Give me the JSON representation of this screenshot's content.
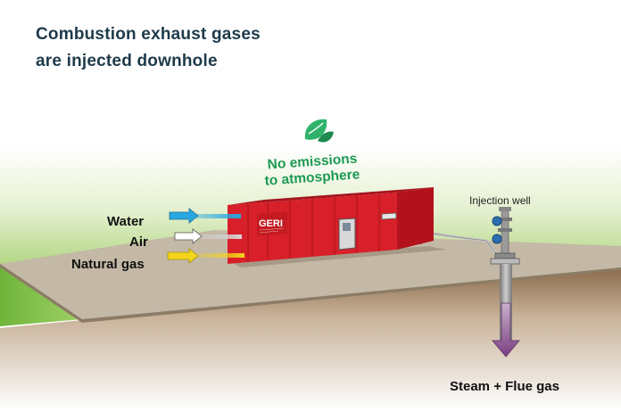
{
  "title": {
    "line1": "Combustion exhaust gases",
    "line2": "are injected downhole"
  },
  "slogan": {
    "line1": "No emissions",
    "line2": "to atmosphere"
  },
  "inputs": {
    "water": "Water",
    "air": "Air",
    "natural_gas": "Natural gas"
  },
  "unit": {
    "logo_text": "GERI"
  },
  "well": {
    "label": "Injection well"
  },
  "output": {
    "label": "Steam + Flue gas"
  },
  "colors": {
    "title": "#1e3a4a",
    "slogan": "#1d9a53",
    "container_red": "#d8202a",
    "water_arrow": "#29a8e0",
    "air_arrow": "#ffffff",
    "gas_arrow": "#f3d51c",
    "output_arrow": "#8a4d8f"
  },
  "icons": {
    "leaf": "leaf-icon"
  }
}
